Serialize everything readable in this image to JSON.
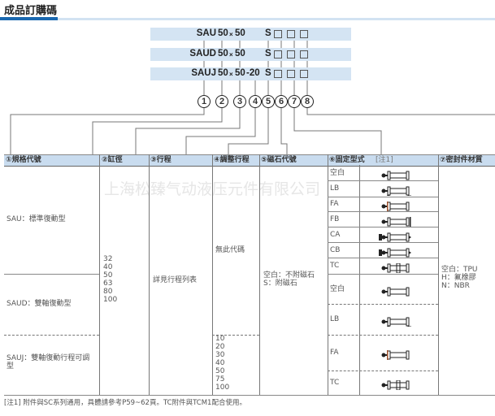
{
  "title": "成品訂購碼",
  "codes": [
    {
      "model": "SAU",
      "bore": "50",
      "x": "×",
      "stroke": "50",
      "adj": "",
      "mag": "S"
    },
    {
      "model": "SAUD",
      "bore": "50",
      "x": "×",
      "stroke": "50",
      "adj": "",
      "mag": "S"
    },
    {
      "model": "SAUJ",
      "bore": "50",
      "x": "×",
      "stroke": "50",
      "adj": "-20",
      "mag": "S"
    }
  ],
  "circles": [
    "1",
    "2",
    "3",
    "4",
    "5",
    "6",
    "7",
    "8"
  ],
  "headers": [
    "①規格代號",
    "②缸徑",
    "③行程",
    "④調整行程",
    "⑤磁石代號",
    "⑥固定型式",
    "[注1]",
    "⑦密封件材質"
  ],
  "spec": [
    "SAU：標準復動型",
    "SAUD：雙軸復動型",
    "SAUJ：雙軸復動行程可調型"
  ],
  "bores": "32\n40\n50\n63\n80\n100",
  "stroke": "詳見行程列表",
  "adjust_none": "無此代碼",
  "adjust_values": "10\n20\n30\n40\n50\n75\n100",
  "magnet": "空白：不附磁石\nS：附磁石",
  "mounts_top": [
    "空白",
    "LB",
    "FA",
    "FB",
    "CA",
    "CB",
    "TC"
  ],
  "mounts_bottom": [
    "空白",
    "LB",
    "FA",
    "TC"
  ],
  "seal": "空白：TPU\nH：氟橡膠\nN：NBR",
  "note": "[注1] 附件與SC系列通用，具體請參考P59~62頁。TC附件與TCM1配合使用。",
  "watermark": "上海松臻气动液压元件有限公司"
}
